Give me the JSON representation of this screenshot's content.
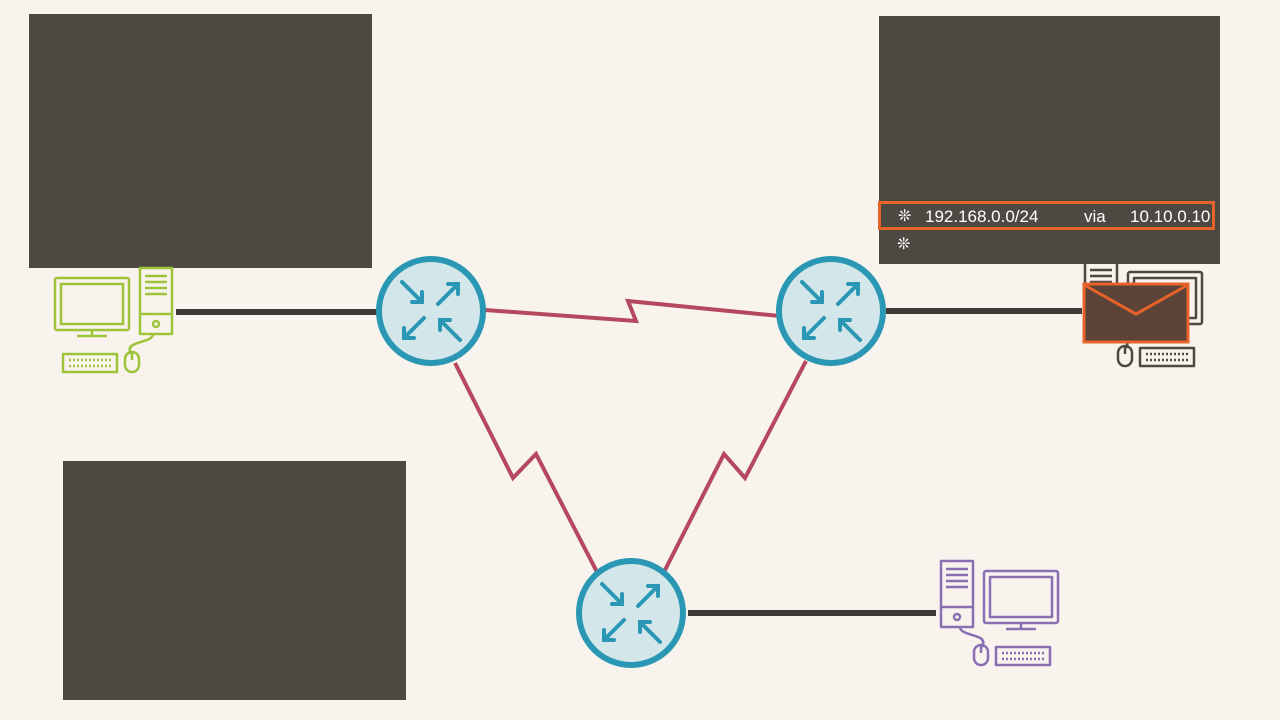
{
  "routing_table": {
    "rows": [
      {
        "bullet": "❊",
        "network": "192.168.0.0/24",
        "keyword": "via",
        "next_hop": "10.10.0.10",
        "highlighted": true
      },
      {
        "bullet": "❊",
        "network": "",
        "keyword": "",
        "next_hop": "",
        "highlighted": false
      }
    ]
  },
  "colors": {
    "background": "#f8f4ed",
    "panel": "#4c4943",
    "router_fill": "#d3e6ea",
    "router_stroke": "#2a97b4",
    "wan_link": "#b5485e",
    "lan_link": "#3d3a35",
    "host_left": "#9dc33b",
    "host_right": "#4c4943",
    "host_bottom": "#8a6fb3",
    "highlight": "#e8632a",
    "envelope_fill": "#5c4337"
  },
  "icons": [
    "router-icon",
    "desktop-computer-icon",
    "envelope-icon"
  ]
}
